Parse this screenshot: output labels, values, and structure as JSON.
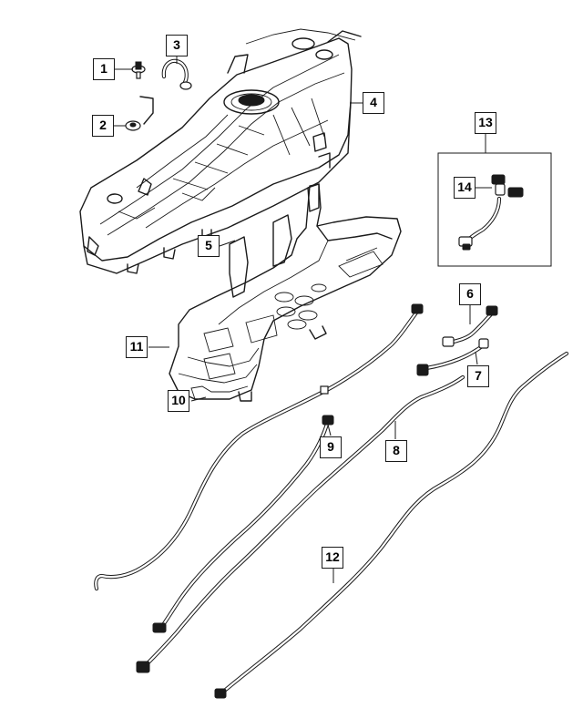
{
  "callouts": [
    {
      "id": "c1",
      "label": "1"
    },
    {
      "id": "c2",
      "label": "2"
    },
    {
      "id": "c3",
      "label": "3"
    },
    {
      "id": "c4",
      "label": "4"
    },
    {
      "id": "c5",
      "label": "5"
    },
    {
      "id": "c6",
      "label": "6"
    },
    {
      "id": "c7",
      "label": "7"
    },
    {
      "id": "c8",
      "label": "8"
    },
    {
      "id": "c9",
      "label": "9"
    },
    {
      "id": "c10",
      "label": "10"
    },
    {
      "id": "c11",
      "label": "11"
    },
    {
      "id": "c12",
      "label": "12"
    },
    {
      "id": "c13",
      "label": "13"
    },
    {
      "id": "c14",
      "label": "14"
    }
  ],
  "colors": {
    "line": "#1a1a1a",
    "background": "#ffffff"
  }
}
